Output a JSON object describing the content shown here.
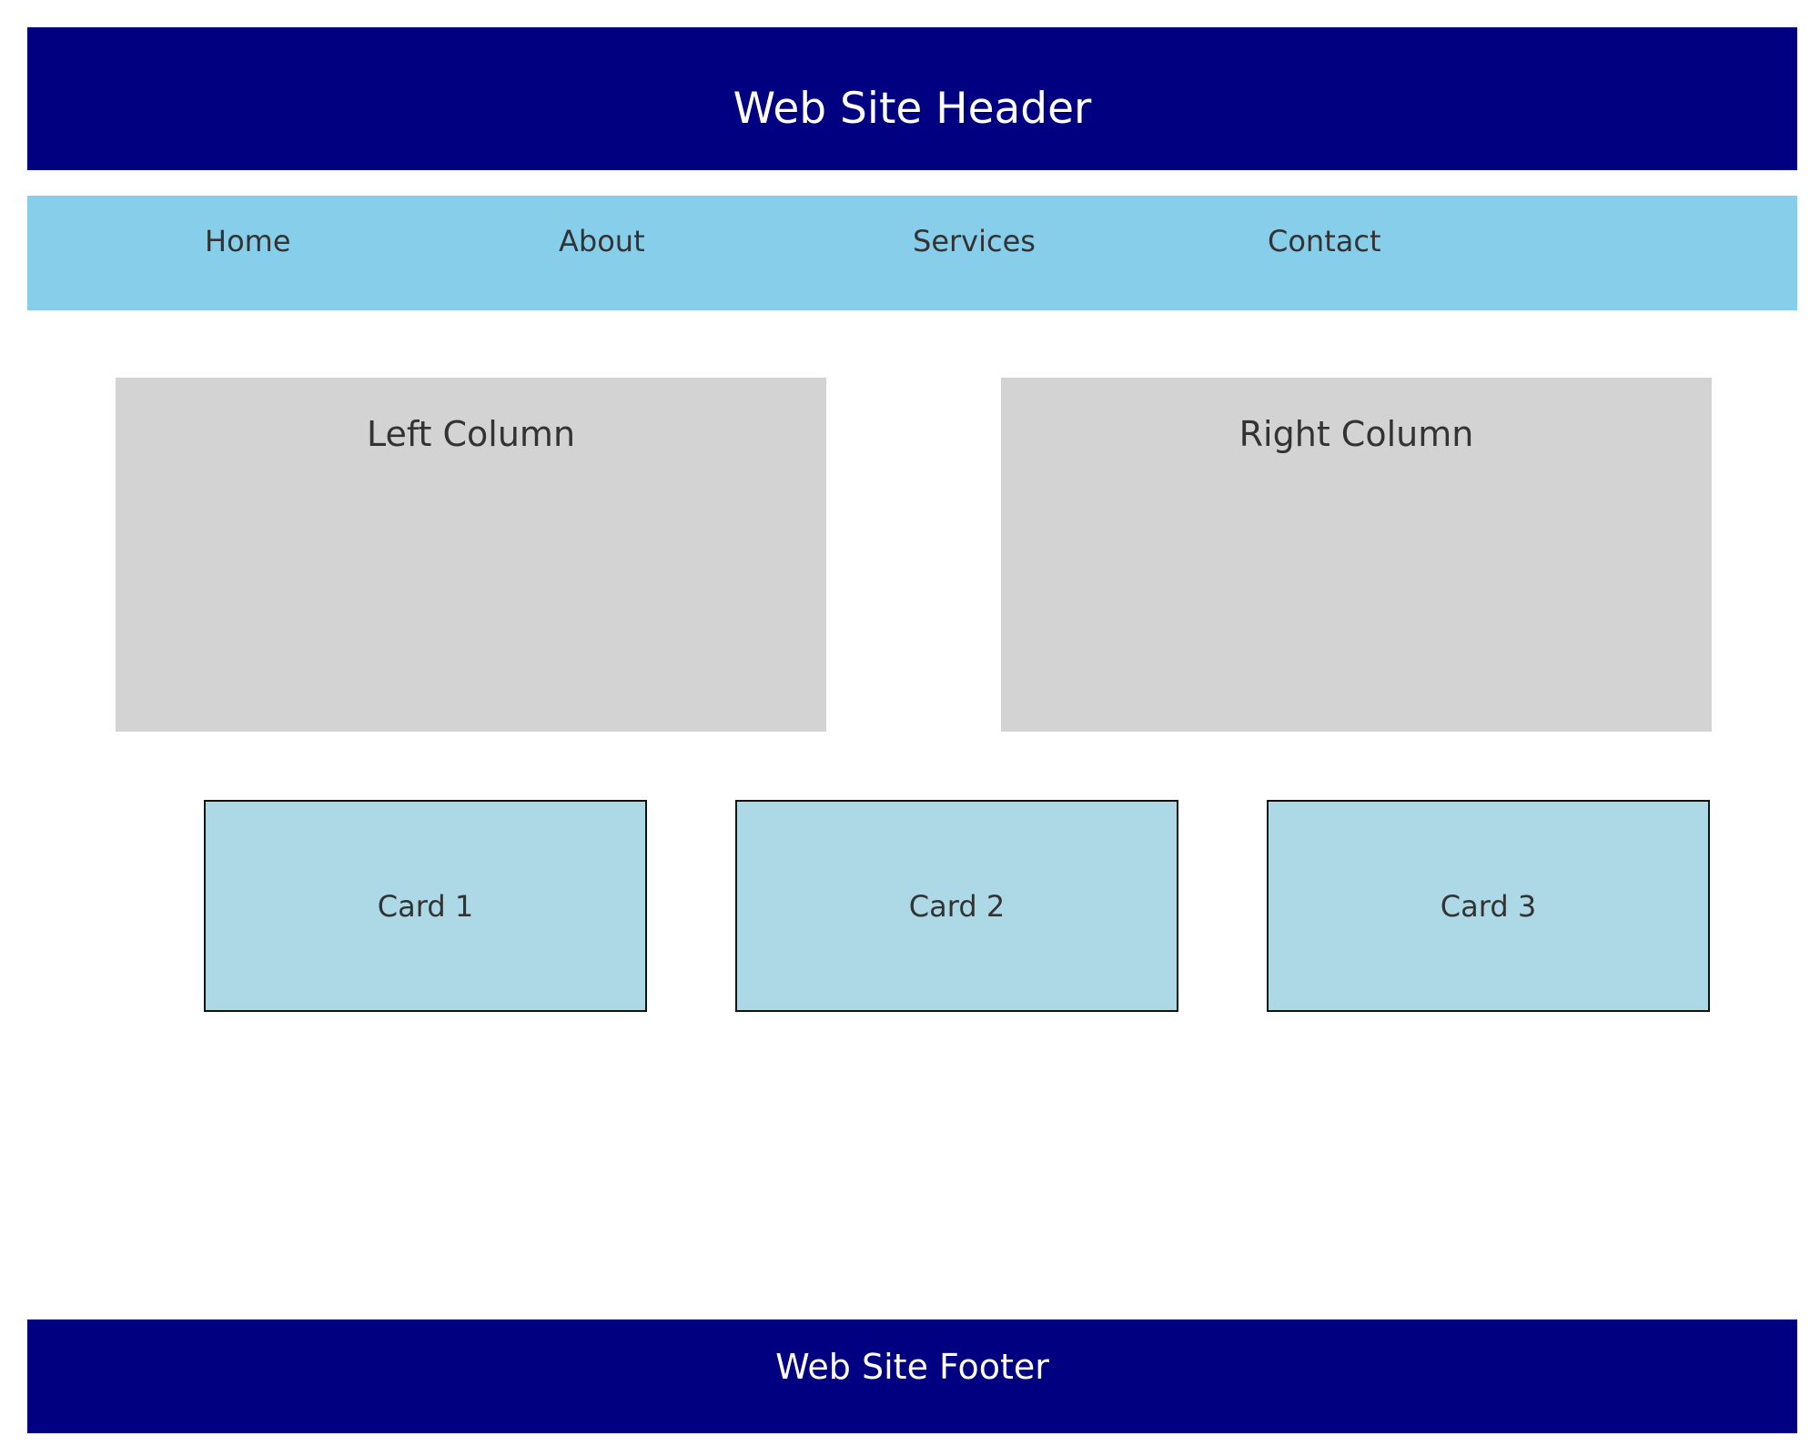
{
  "header": {
    "title": "Web Site Header"
  },
  "nav": {
    "items": [
      {
        "label": "Home"
      },
      {
        "label": "About"
      },
      {
        "label": "Services"
      },
      {
        "label": "Contact"
      }
    ]
  },
  "columns": {
    "left": {
      "title": "Left Column"
    },
    "right": {
      "title": "Right Column"
    }
  },
  "cards": [
    {
      "label": "Card 1"
    },
    {
      "label": "Card 2"
    },
    {
      "label": "Card 3"
    }
  ],
  "footer": {
    "text": "Web Site Footer"
  },
  "colors": {
    "header_bg": "#000080",
    "nav_bg": "#87ceeb",
    "column_bg": "#d3d3d3",
    "card_bg": "#add8e6",
    "footer_bg": "#000080",
    "text_dark": "#333333",
    "text_light": "#ffffff"
  }
}
